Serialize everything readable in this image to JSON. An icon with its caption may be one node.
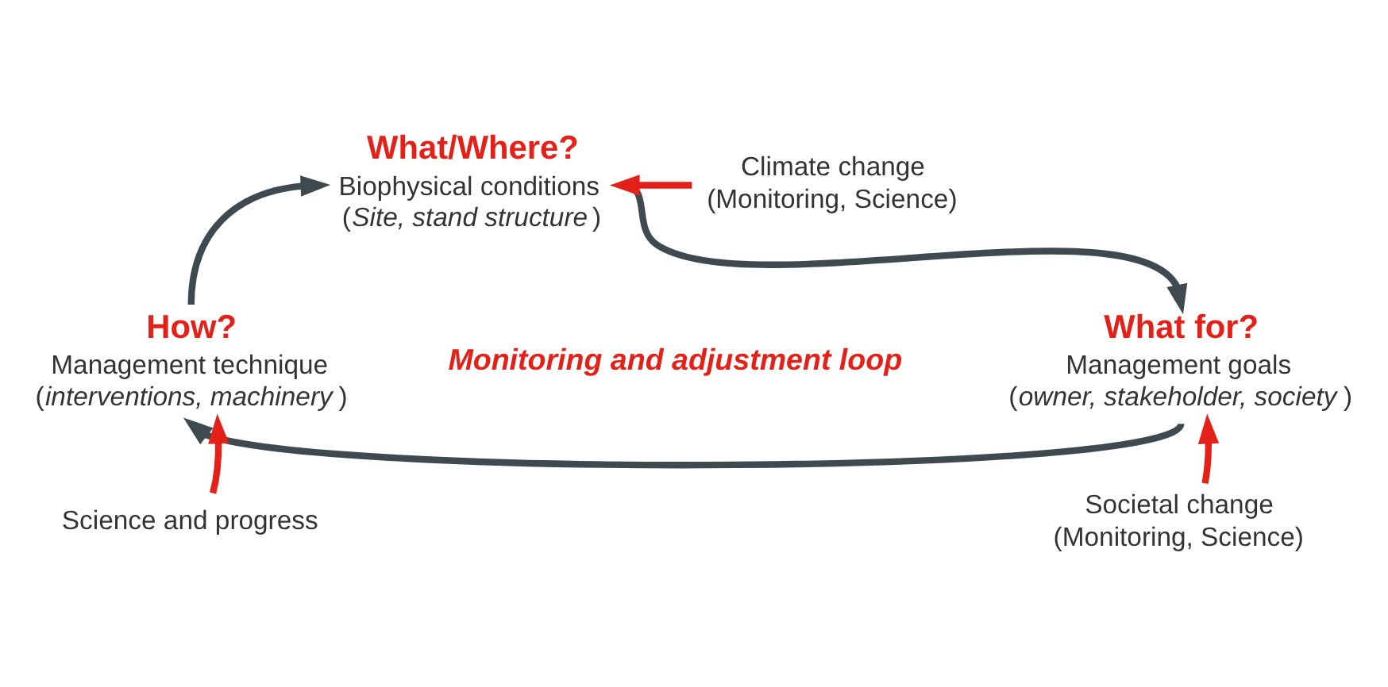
{
  "diagram": {
    "nodes": [
      {
        "text": [
          "Biophysical conditions",
          "(*Site, stand structure*)"
        ],
        "beside": [
          "What/Where?"
        ]
      },
      {
        "text": [
          "Climate change",
          "(Monitoring, Science)"
        ]
      },
      {
        "text": [
          "Management goals",
          "(*owner, stakeholder, society*)"
        ],
        "beside": [
          "What for?"
        ]
      },
      {
        "text": [
          "Societal change",
          "(Monitoring, Science)"
        ]
      },
      {
        "text": [
          "Management technique",
          "(*interventions, machinery*)"
        ],
        "beside": [
          "How?"
        ]
      },
      {
        "text": [
          "Science and progress"
        ]
      }
    ],
    "edges": [
      {
        "from": 1,
        "to": 0,
        "arrow": "to",
        "color": "#e32119"
      },
      {
        "from": 0,
        "to": 2,
        "arrow": "to",
        "color": "#3f4a50"
      },
      {
        "from": 3,
        "to": 2,
        "arrow": "to",
        "color": "#e32119"
      },
      {
        "from": 2,
        "to": 4,
        "arrow": "to",
        "color": "#3f4a50"
      },
      {
        "from": 5,
        "to": 4,
        "arrow": "to",
        "color": "#e32119"
      },
      {
        "from": 4,
        "to": 0,
        "arrow": "to",
        "color": "#3f4a50"
      }
    ],
    "labels": [
      "*Monitoring and adjustment loop*"
    ]
  }
}
